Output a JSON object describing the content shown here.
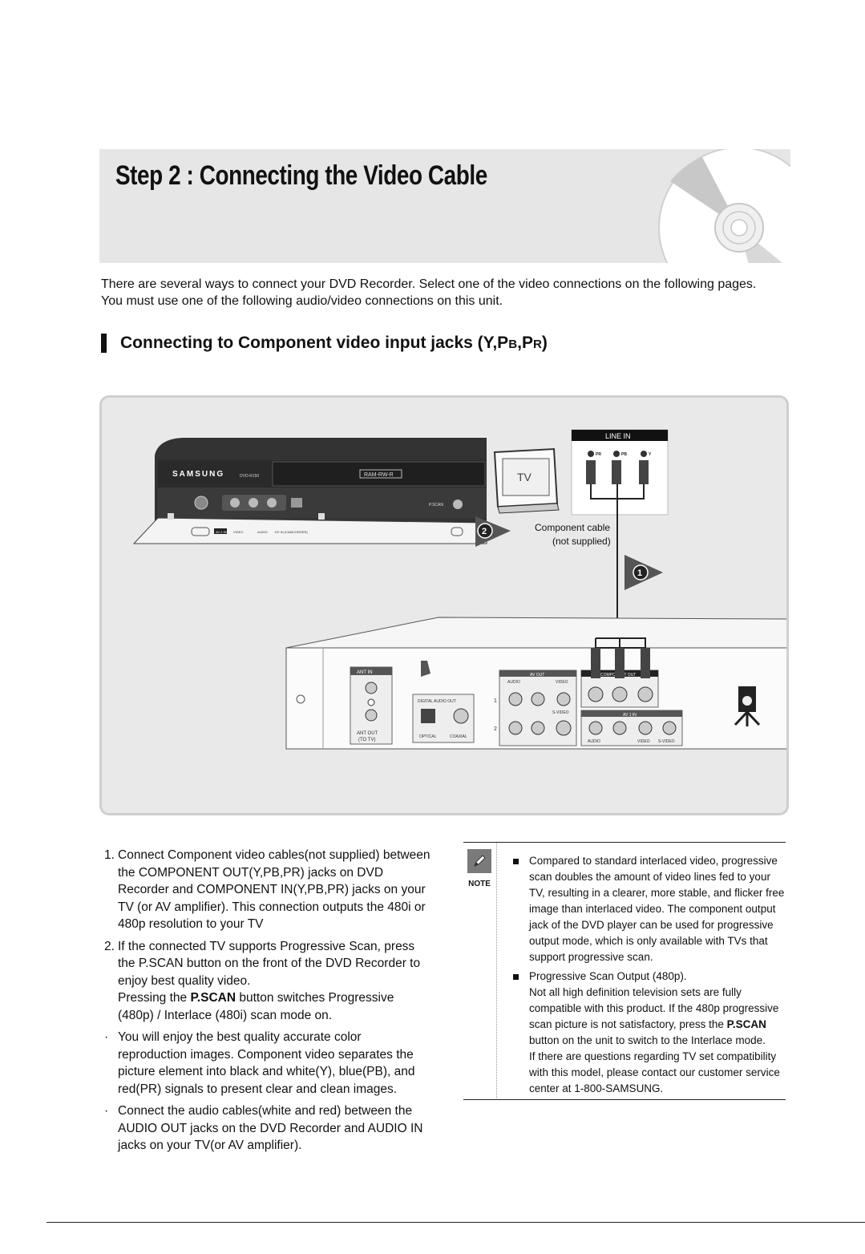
{
  "title": "Step 2 : Connecting the Video Cable",
  "intro": [
    "There are several ways to connect your DVD Recorder. Select one of the video connections on the following pages.",
    "You must use one of the following audio/video connections on this unit."
  ],
  "section": {
    "heading_prefix": "Connecting to Component video input jacks (Y,P",
    "sub_b": "B",
    "mid": ",P",
    "sub_r": "R",
    "suffix": ")"
  },
  "diagram": {
    "brand": "SAMSUNG",
    "model": "DVD-R150",
    "disc_logo": "RAM-RW-R",
    "pscan_label": "P.SCAN",
    "front_av_label": "AV 2 IN",
    "front_video": "VIDEO",
    "front_audio": "AUDIO",
    "front_dv": "DV IN (CAMCORDER)",
    "tv_label": "TV",
    "line_in": "LINE IN",
    "jack_pr": "PR",
    "jack_pb": "PB",
    "jack_y": "Y",
    "cable_label_1": "Component cable",
    "cable_label_2": "(not supplied)",
    "callout_1": "1",
    "callout_2": "2",
    "ant_in": "ANT IN",
    "ant_out_1": "ANT OUT",
    "ant_out_2": "(TO TV)",
    "digital_audio_out": "DIGITAL AUDIO OUT",
    "optical": "OPTICAL",
    "coaxial": "COAXIAL",
    "av_out": "AV OUT",
    "audio": "AUDIO",
    "video": "VIDEO",
    "svideo": "S-VIDEO",
    "component_out": "COMPONENT OUT",
    "av1_in": "AV 1 IN",
    "row1": "1",
    "row2": "2"
  },
  "steps": [
    {
      "num": "1.",
      "lines": [
        "Connect Component video cables(not supplied) between the COMPONENT OUT(Y,PB,PR) jacks on DVD Recorder and COMPONENT IN(Y,PB,PR) jacks on your TV (or AV amplifier). This connection outputs the 480i or 480p resolution to your TV"
      ]
    },
    {
      "num": "2.",
      "lines": [
        "If the connected TV supports Progressive Scan, press the P.SCAN button on the front of the DVD Recorder to enjoy best quality video."
      ],
      "extra_pre": "Pressing the ",
      "extra_bold": "P.SCAN",
      "extra_post": " button switches Progressive (480p) / Interlace (480i) scan mode on."
    },
    {
      "num": "·",
      "lines": [
        "You will enjoy the best quality accurate color reproduction images. Component video separates the picture element into black and white(Y), blue(PB), and red(PR) signals to present clear and clean images."
      ]
    },
    {
      "num": "·",
      "lines": [
        "Connect the audio cables(white and red) between the AUDIO OUT jacks on the DVD Recorder and AUDIO IN jacks on your TV(or AV amplifier)."
      ]
    }
  ],
  "note": {
    "label": "NOTE",
    "items": [
      {
        "text": "Compared to standard interlaced video, progressive scan doubles the amount of video lines fed to your TV, resulting in a clearer, more stable, and flicker free image than interlaced video. The component output jack of the DVD player can be used for progressive output mode, which is only available with TVs that support progressive scan."
      },
      {
        "text": "Progressive Scan Output (480p).",
        "p2": "Not all high definition television sets are fully compatible with this product. If the 480p progressive scan picture is not satisfactory, press the ",
        "p2_bold": "P.SCAN",
        "p2_post": " button on the unit to switch to the Interlace mode.",
        "p3": "If there are questions regarding TV set compatibility with this model, please contact our customer service center at 1-800-SAMSUNG."
      }
    ]
  }
}
